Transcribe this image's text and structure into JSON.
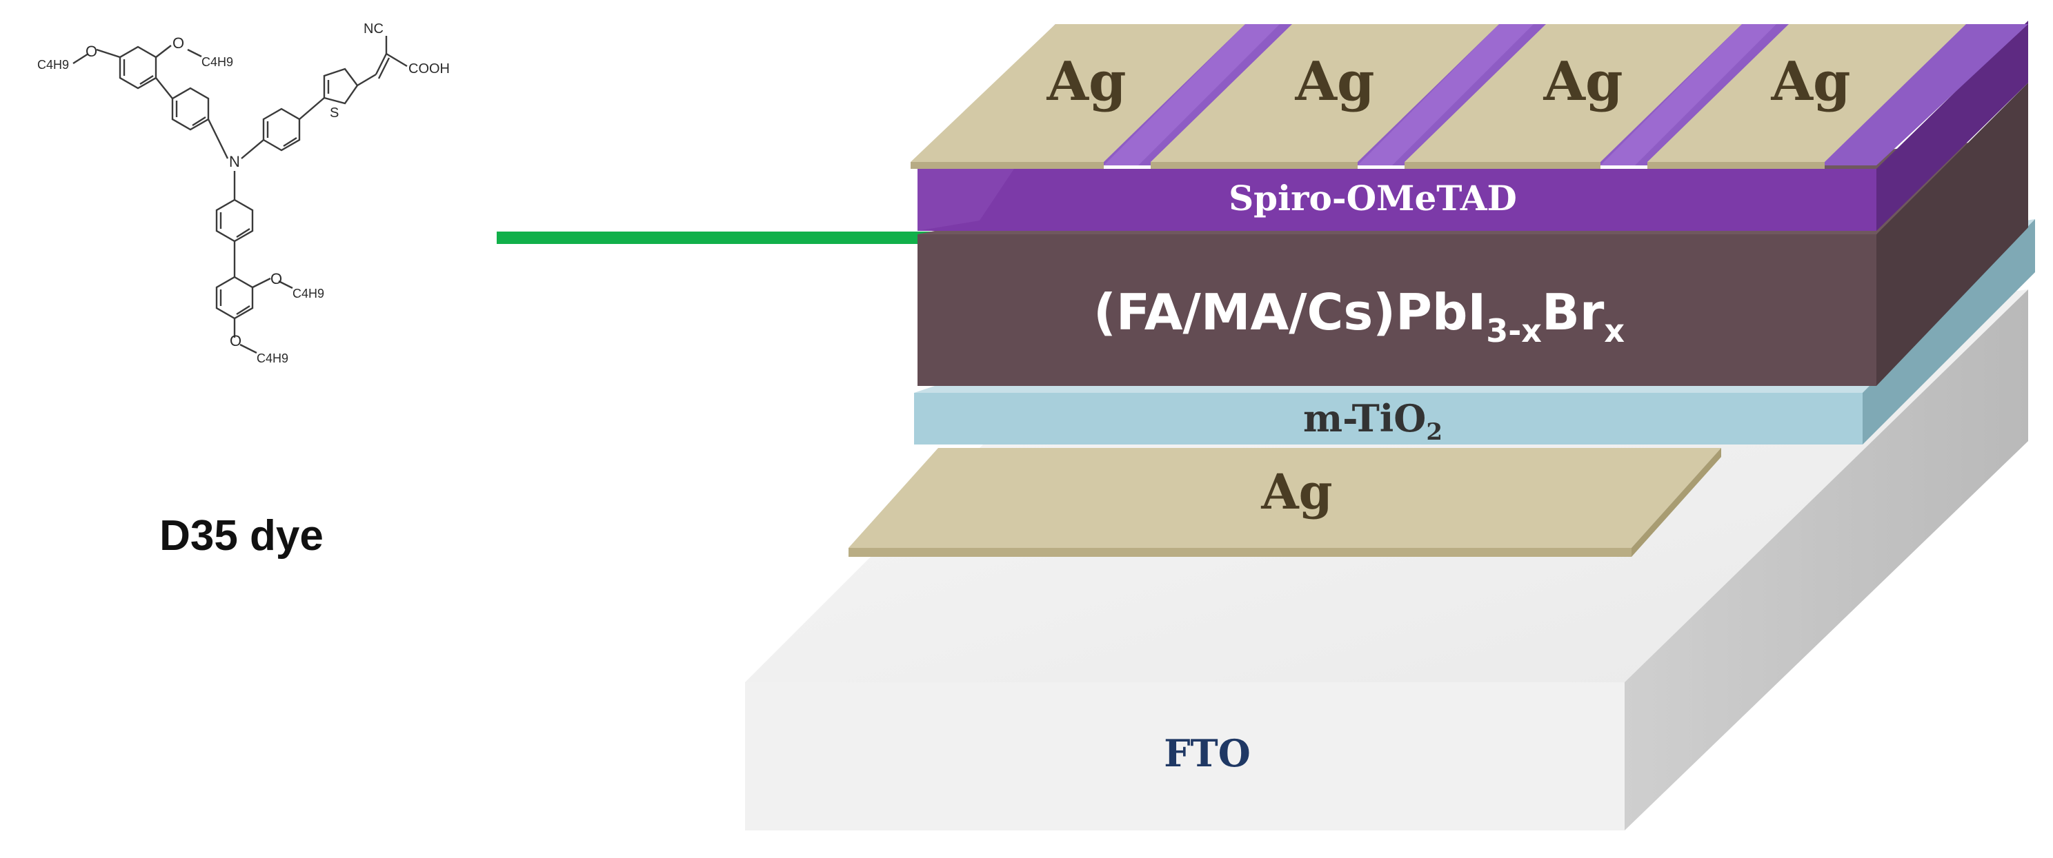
{
  "molecule": {
    "caption": "D35 dye",
    "substituents": {
      "oc4h9_top_left": "O",
      "oc4h9_top_right": "O",
      "oc4h9_mid": "O",
      "oc4h9_bottom": "O",
      "alkyl_chain": "C4H9",
      "nitrogen": "N",
      "sulfur": "S",
      "nitrile": "NC",
      "carboxylic_acid": "COOH"
    }
  },
  "device_layers": {
    "top_contact": "Ag",
    "hole_transport": "Spiro-OMeTAD",
    "perovskite_main": "(FA/MA/Cs)PbI",
    "perovskite_sub1": "3-x",
    "perovskite_br": "Br",
    "perovskite_sub2": "x",
    "mesoporous_main": "m-TiO",
    "mesoporous_sub": "2",
    "bottom_contact": "Ag",
    "substrate": "FTO"
  },
  "colors": {
    "ag": "#d3c9a6",
    "spiro": "#7c3aa8",
    "perovskite": "#634c53",
    "tio2": "#a8cfdb",
    "fto": "#f2f2f2",
    "arrow": "#11b04a"
  }
}
